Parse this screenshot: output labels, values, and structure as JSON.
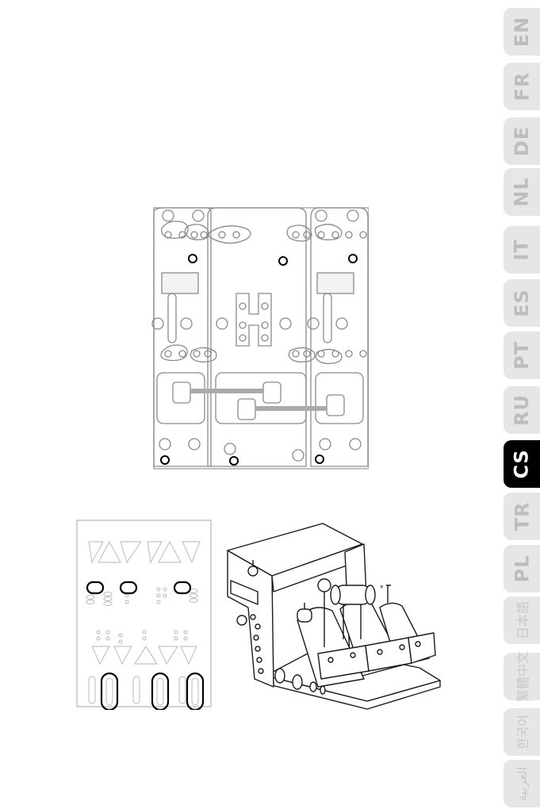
{
  "languages": [
    {
      "code": "EN"
    },
    {
      "code": "FR"
    },
    {
      "code": "DE"
    },
    {
      "code": "NL"
    },
    {
      "code": "IT"
    },
    {
      "code": "ES"
    },
    {
      "code": "PT"
    },
    {
      "code": "RU"
    },
    {
      "code": "CS",
      "active": true
    },
    {
      "code": "TR"
    },
    {
      "code": "PL"
    },
    {
      "code": "日本語",
      "cjk": true
    },
    {
      "code": "繁體中文",
      "cjk": true
    },
    {
      "code": "한국어",
      "cjk": true
    },
    {
      "code": "العربية",
      "cjk": true
    }
  ],
  "figures": {
    "top": {
      "icon": "mounting-plate-diagram-icon"
    },
    "bottom_left": {
      "icon": "throttle-base-underside-icon"
    },
    "bottom_right": {
      "icon": "throttle-quadrant-illustration-icon"
    },
    "annotation_mark": "*"
  }
}
